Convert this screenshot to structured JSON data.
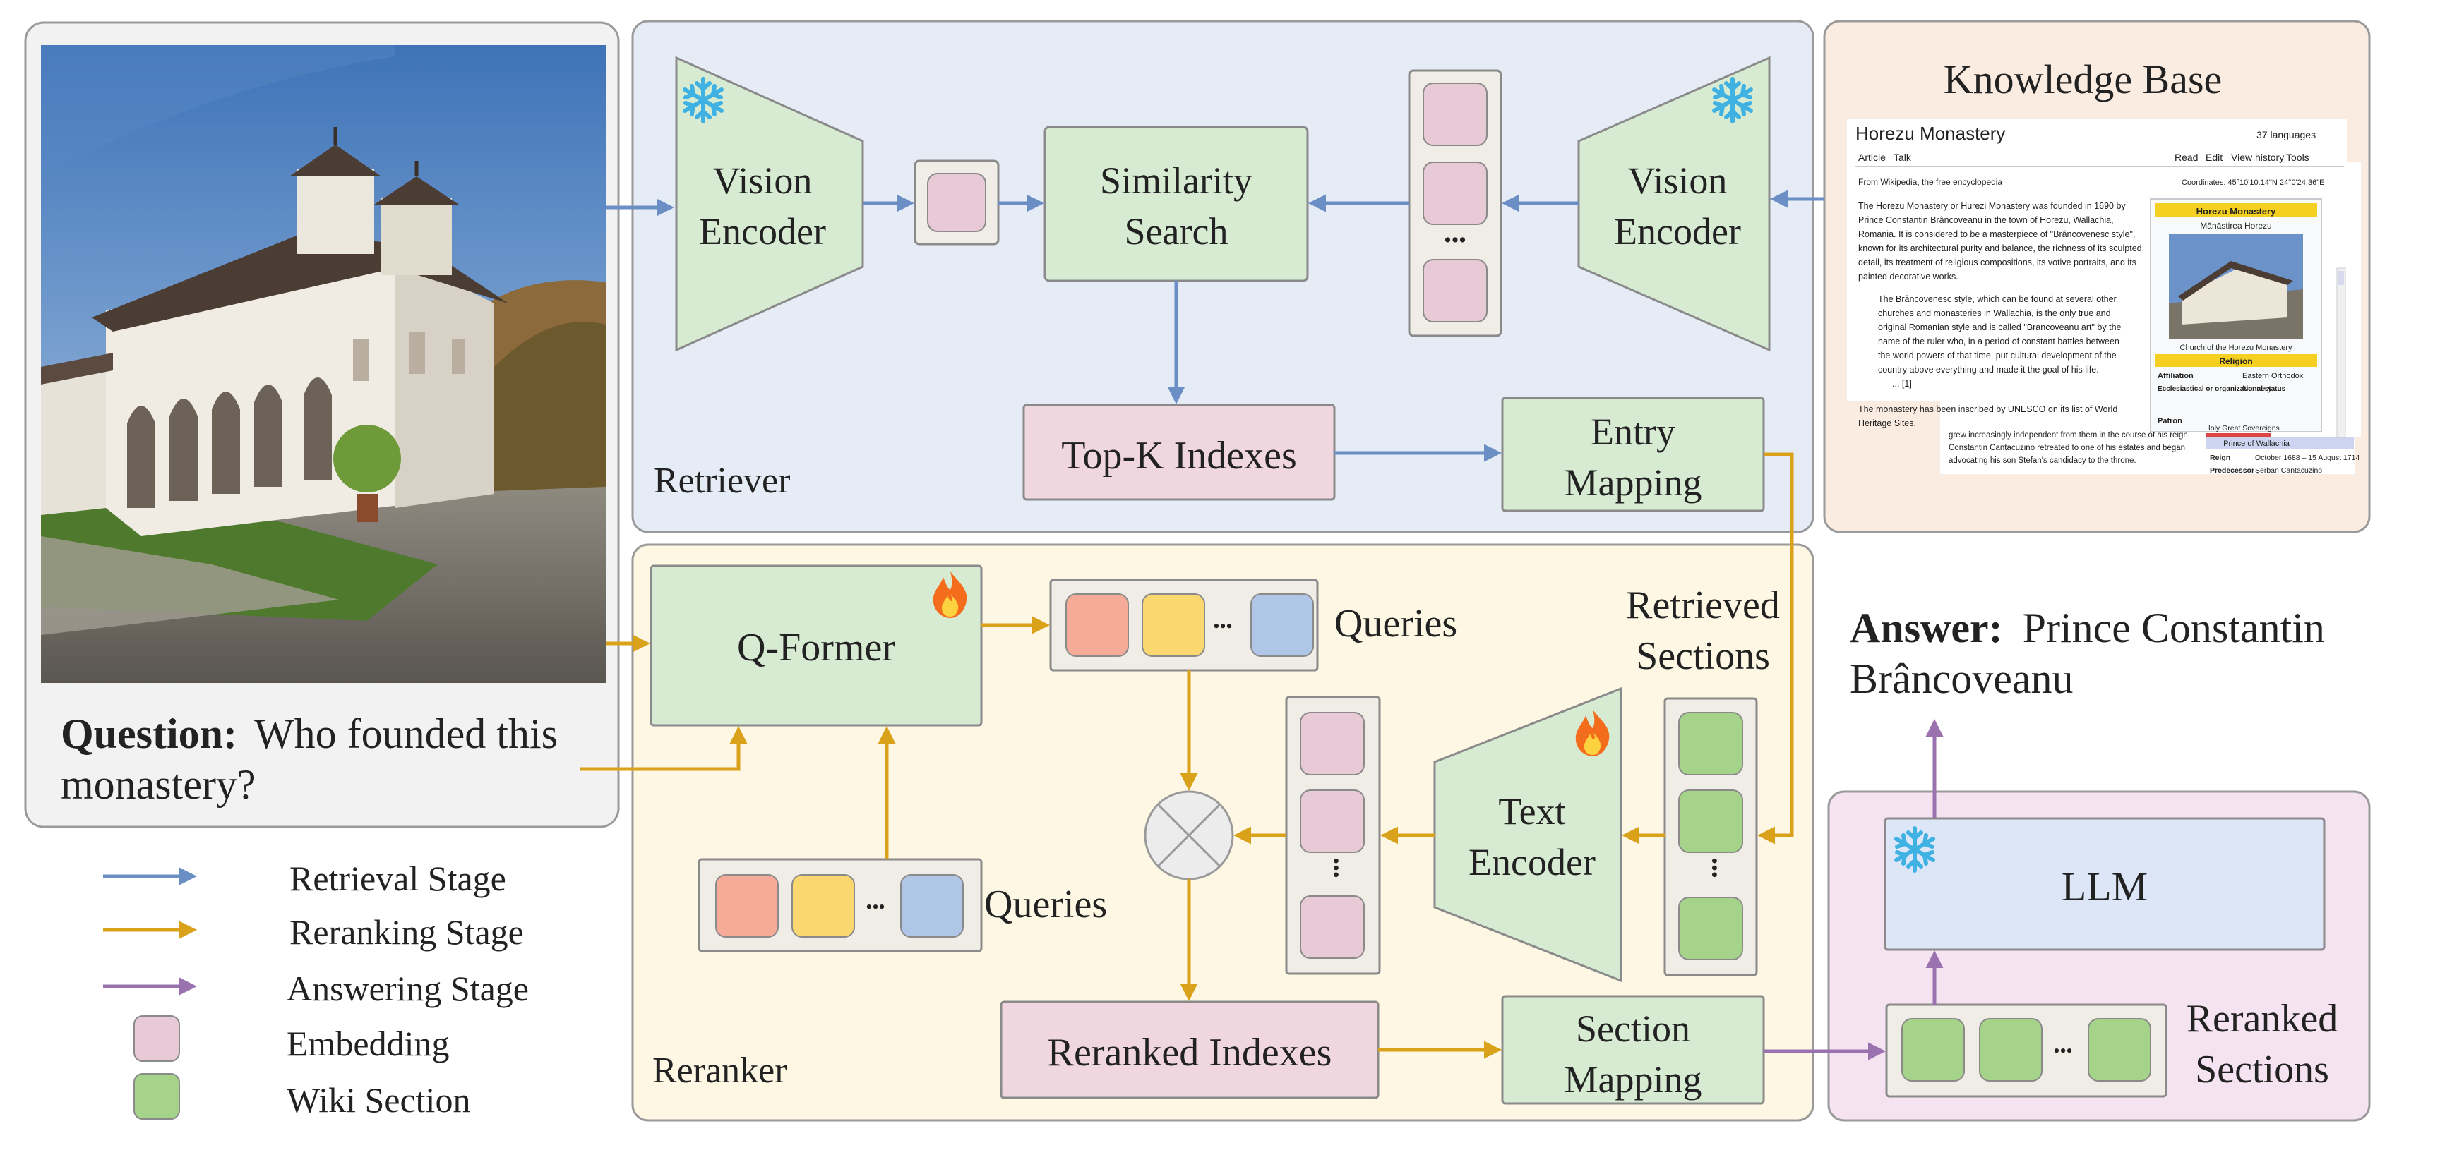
{
  "question": {
    "label": "Question:",
    "text_line1": "Who founded this",
    "text_line2": "monastery?"
  },
  "retriever": {
    "label": "Retriever",
    "vision_encoder_left": [
      "Vision",
      "Encoder"
    ],
    "similarity_search": [
      "Similarity",
      "Search"
    ],
    "vision_encoder_right": [
      "Vision",
      "Encoder"
    ],
    "topk": "Top-K Indexes",
    "entry_mapping": [
      "Entry",
      "Mapping"
    ],
    "stack_dots": "•••"
  },
  "knowledge_base": {
    "title": "Knowledge Base",
    "wiki": {
      "page_title": "Horezu Monastery",
      "languages": "37 languages",
      "tabs": [
        "Article",
        "Talk"
      ],
      "actions": [
        "Read",
        "Edit",
        "View history",
        "Tools"
      ],
      "from_line": "From Wikipedia, the free encyclopedia",
      "coordinates": "Coordinates: 45°10'10.14\"N 24°0'24.36\"E",
      "para1": [
        "The Horezu Monastery or Hurezi Monastery was founded in 1690 by",
        "Prince Constantin Brâncoveanu in the town of Horezu, Wallachia,",
        "Romania. It is considered to be a masterpiece of \"Brâncovenesc style\",",
        "known for its architectural purity and balance, the richness of its sculpted",
        "detail, its treatment of religious compositions, its votive portraits, and its",
        "painted decorative works."
      ],
      "para2": [
        "The Brâncovenesc style, which can be found at several other",
        "churches and monasteries in Wallachia, is the only true and",
        "original Romanian style and is called \"Brancoveanu art\" by the",
        "name of the ruler who, in a period of constant battles between",
        "the world powers of that time, put cultural development of the",
        "country above everything and made it the goal of his life.",
        "... [1]"
      ],
      "para3": [
        "The monastery has been inscribed by UNESCO on its list of World",
        "Heritage Sites."
      ],
      "para4": [
        "grew increasingly independent from them in the course of his reign.",
        "Constantin Cantacuzino retreated to one of his estates and began",
        "advocating his son Ștefan's candidacy to the throne."
      ],
      "infobox": {
        "title": "Horezu Monastery",
        "subtitle": "Mănăstirea Horezu",
        "caption": "Church of the Horezu Monastery",
        "religion_header": "Religion",
        "rows": [
          {
            "key": "Affiliation",
            "value": "Eastern Orthodox"
          },
          {
            "key": "Ecclesiastical or organizational status",
            "value": "Nunnery"
          },
          {
            "key": "Patron",
            "value": ""
          }
        ],
        "holy": "Holy Great Sovereigns",
        "prince": "Prince of Wallachia",
        "reign_key": "Reign",
        "reign_val": "October 1688 – 15 August 1714",
        "pred_key": "Predecessor",
        "pred_val": "Șerban Cantacuzino"
      }
    }
  },
  "reranker": {
    "label": "Reranker",
    "qformer": "Q-Former",
    "queries_top": "Queries",
    "queries_bottom": "Queries",
    "retrieved_sections": [
      "Retrieved",
      "Sections"
    ],
    "text_encoder": [
      "Text",
      "Encoder"
    ],
    "reranked_indexes": "Reranked Indexes",
    "section_mapping": [
      "Section",
      "Mapping"
    ],
    "row_dots": "•••",
    "col_dots": "•••"
  },
  "answer": {
    "label": "Answer:",
    "line1": "Prince Constantin",
    "line2": "Brâncoveanu"
  },
  "llm_panel": {
    "llm": "LLM",
    "reranked_sections": [
      "Reranked",
      "Sections"
    ],
    "row_dots": "•••"
  },
  "legend": [
    {
      "kind": "arrow",
      "color": "#6b8fc4",
      "label": "Retrieval Stage"
    },
    {
      "kind": "arrow",
      "color": "#d9a21a",
      "label": "Reranking Stage"
    },
    {
      "kind": "arrow",
      "color": "#9b72b0",
      "label": "Answering Stage"
    },
    {
      "kind": "box",
      "color": "#e8c9d6",
      "label": "Embedding"
    },
    {
      "kind": "box",
      "color": "#a6d38a",
      "label": "Wiki Section"
    }
  ],
  "colors": {
    "retrieval_arrow": "#6b8fc4",
    "rerank_arrow": "#d9a21a",
    "answer_arrow": "#9b72b0",
    "embedding": "#e8c9d6",
    "wiki_section": "#a6d38a",
    "module_green": "#d7ebd3",
    "topk_pink": "#efd6df",
    "retriever_bg": "#e6ecf6",
    "reranker_bg": "#fdf7e3",
    "kb_bg": "#fbece2",
    "llm_panel_bg": "#f6e3f1",
    "llm_box": "#dce6f6",
    "query_red": "#f6aa98",
    "query_yellow": "#fbd86f",
    "query_blue": "#b0c6e7",
    "frozen": "#3fb1e3",
    "fire": "#f36d1d"
  },
  "icons": {
    "frozen": "snowflake-icon",
    "trainable": "fire-icon"
  }
}
